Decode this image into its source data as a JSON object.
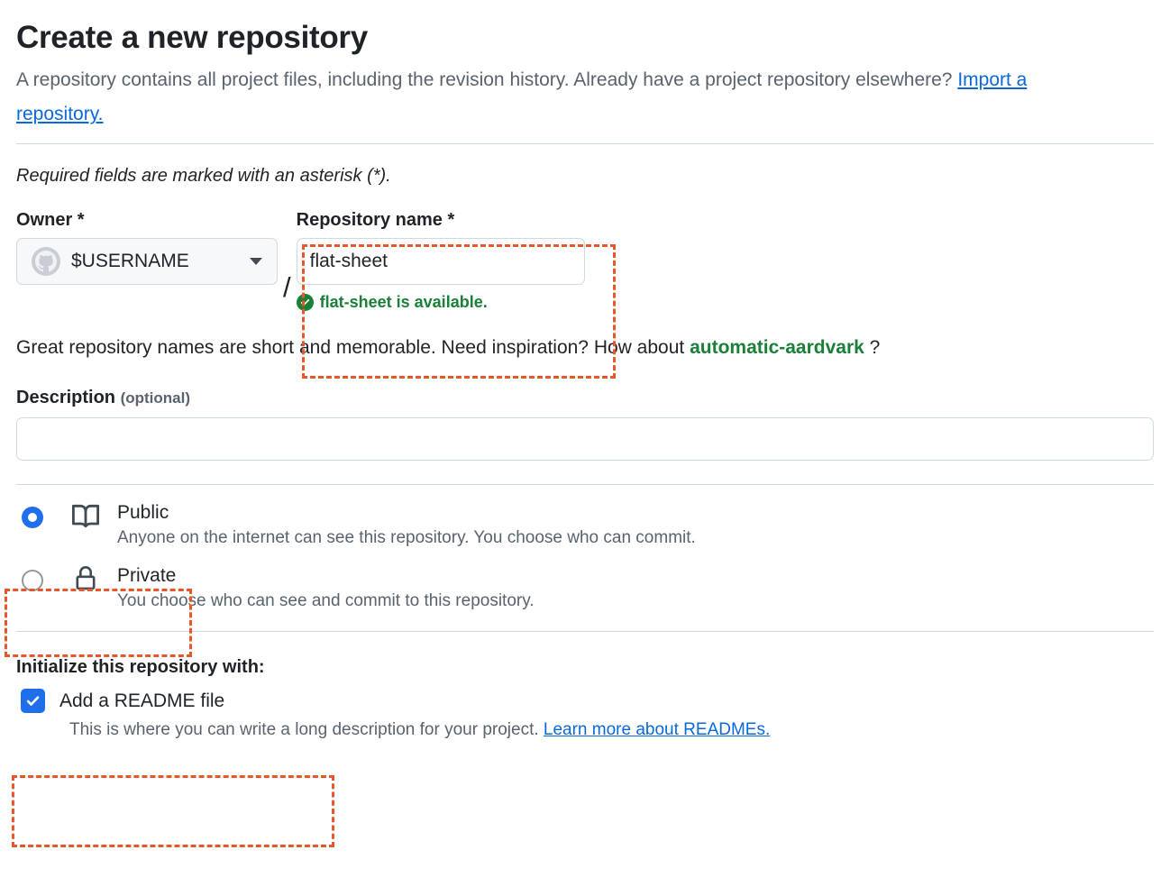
{
  "page": {
    "title": "Create a new repository",
    "intro_part1": "A repository contains all project files, including the revision history. Already have a project repository elsewhere? ",
    "import_link": "Import a repository.",
    "required_note": "Required fields are marked with an asterisk (*)."
  },
  "owner": {
    "label": "Owner *",
    "value": "$USERNAME",
    "avatar_icon": "github-octocat-avatar-icon",
    "caret_icon": "chevron-down-icon"
  },
  "separator": "/",
  "repository": {
    "label": "Repository name *",
    "value": "flat-sheet",
    "placeholder": "",
    "availability_icon": "check-circle-icon",
    "availability_text": "flat-sheet is available."
  },
  "suggestion": {
    "prefix": "Great repository names are short and memorable. Need inspiration? How about ",
    "name": "automatic-aardvark",
    "suffix": " ?"
  },
  "description": {
    "label": "Description",
    "optional": "(optional)",
    "value": "",
    "placeholder": ""
  },
  "visibility": {
    "options": [
      {
        "id": "public",
        "title": "Public",
        "description": "Anyone on the internet can see this repository. You choose who can commit.",
        "icon": "repo-book-icon",
        "selected": true
      },
      {
        "id": "private",
        "title": "Private",
        "description": "You choose who can see and commit to this repository.",
        "icon": "lock-icon",
        "selected": false
      }
    ]
  },
  "initialize": {
    "title": "Initialize this repository with:",
    "readme_label": "Add a README file",
    "readme_checked": true,
    "readme_help_text": "This is where you can write a long description for your project. ",
    "readme_help_link": "Learn more about READMEs."
  },
  "colors": {
    "accent_blue": "#1f6feb",
    "link_blue": "#0969da",
    "success_green": "#1a7f37",
    "annotation_orange": "#e8562a",
    "muted_text": "#59636e",
    "border": "#d1d9e0"
  }
}
